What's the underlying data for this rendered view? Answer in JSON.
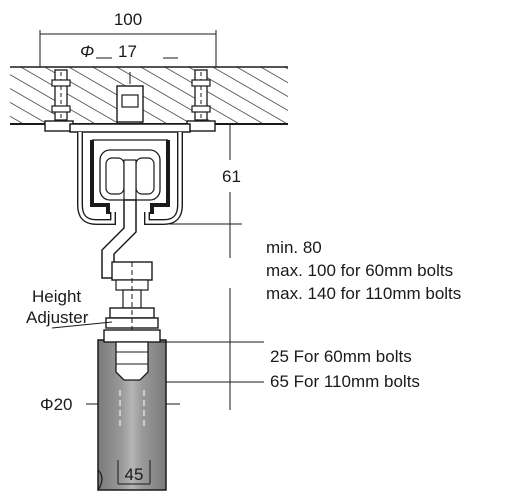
{
  "dimensions": {
    "width_top": "100",
    "phi_symbol": "Φ",
    "bolt_dia": "17",
    "bracket_height": "61",
    "rod_dia": "Φ20",
    "bottom_width": "45"
  },
  "labels": {
    "height_adjuster_line1": "Height",
    "height_adjuster_line2": "Adjuster"
  },
  "notes": {
    "gap": [
      "min. 80",
      "max. 100 for 60mm bolts",
      "max. 140 for 110mm bolts"
    ],
    "bolt_25": "25 For 60mm bolts",
    "bolt_65": "65 For 110mm bolts"
  },
  "colors": {
    "line": "#1a1a1a",
    "door": "#8a8a8a",
    "door_highlight": "#c8c8c8",
    "steel": "#d9d9d9"
  }
}
